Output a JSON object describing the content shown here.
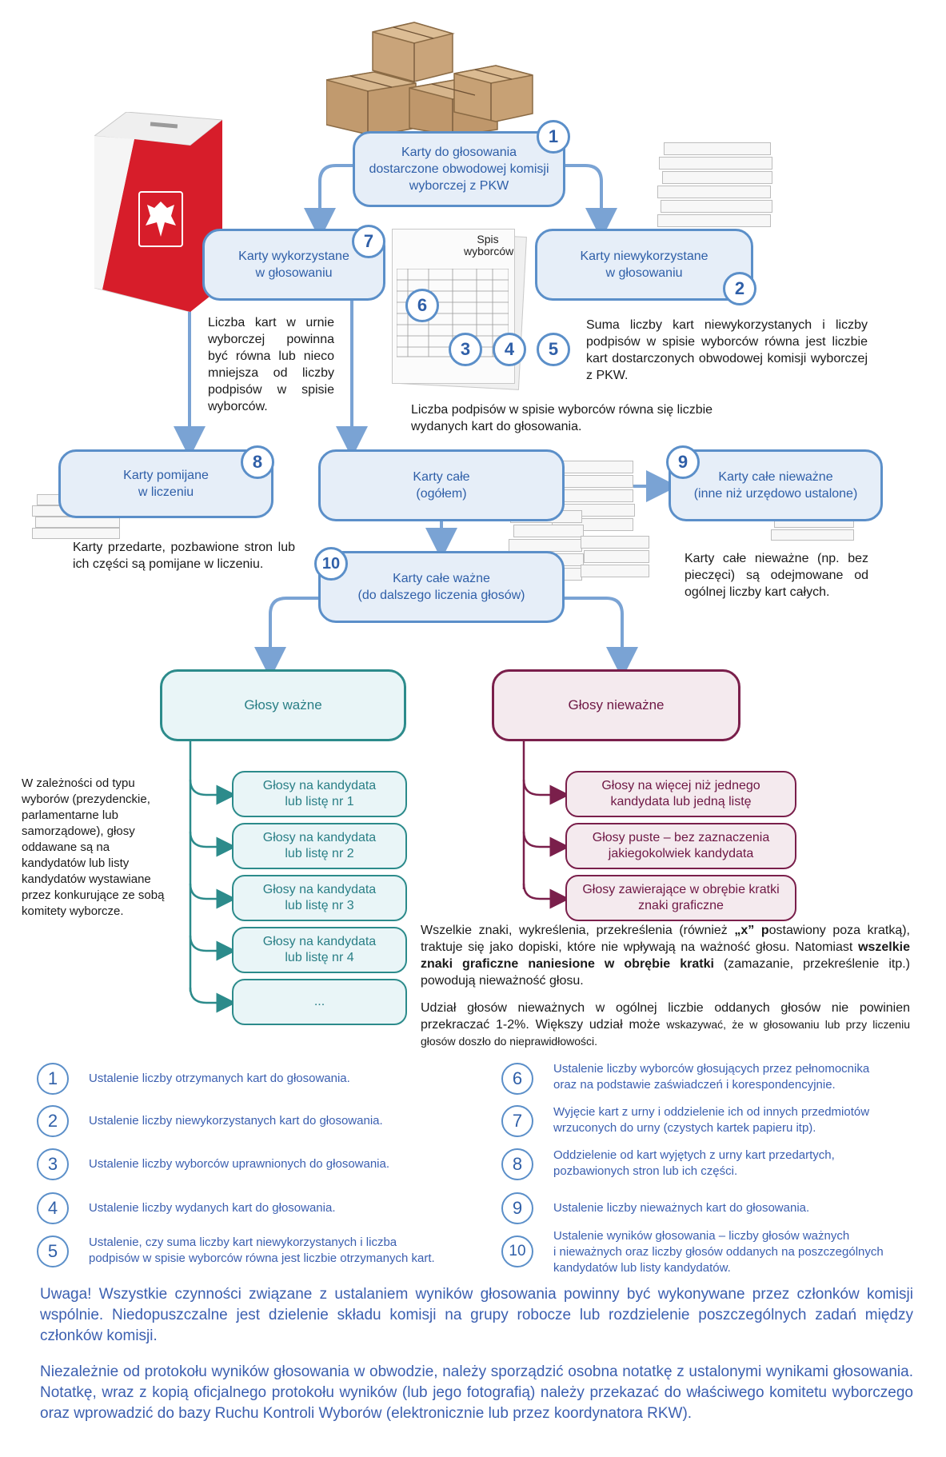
{
  "colors": {
    "accent_blue": "#5b8fc9",
    "box_fill": "#e6eef8",
    "text_blue": "#2f5fa8",
    "teal": "#2c8b8b",
    "maroon": "#7a1f4b",
    "legend_text": "#3b5fb0"
  },
  "flow": {
    "box1": {
      "num": "1",
      "line1": "Karty do głosowania",
      "line2": "dostarczone obwodowej komisji",
      "line3": "wyborczej z PKW"
    },
    "box7": {
      "num": "7",
      "line1": "Karty wykorzystane",
      "line2": "w głosowaniu"
    },
    "box2": {
      "num": "2",
      "line1": "Karty niewykorzystane",
      "line2": "w głosowaniu"
    },
    "box8": {
      "num": "8",
      "line1": "Karty pomijane",
      "line2": "w liczeniu"
    },
    "boxCale": {
      "line1": "Karty całe",
      "line2": "(ogółem)"
    },
    "box9": {
      "num": "9",
      "line1": "Karty całe nieważne",
      "line2": "(inne niż urzędowo ustalone)"
    },
    "box10": {
      "num": "10",
      "line1": "Karty całe ważne",
      "line2": "(do dalszego liczenia głosów)"
    },
    "spis": {
      "title_line1": "Spis",
      "title_line2": "wyborców",
      "nums": [
        "6",
        "3",
        "4",
        "5"
      ]
    }
  },
  "texts": {
    "urn_note": "Liczba kart w urnie wyborczej powinna być równa lub nieco mniejsza od liczby podpisów w spisie wyborców.",
    "unused_note": "Suma liczby kart niewykorzystanych i liczby podpisów w spisie wyborców równa jest liczbie kart dostarczonych obwodowej komisji wyborczej z PKW.",
    "signatures_note": "Liczba podpisów w spisie wyborców równa się liczbie wydanych kart do głosowania.",
    "skipped_note": "Karty przedarte, pozbawione stron lub ich części są pomijane w liczeniu.",
    "invalid_cards_note": "Karty całe nieważne (np. bez pieczęci) są odejmowane od ogólnej liczby kart całych.",
    "valid_side_note": "W zależności od typu wyborów (prezydenckie, parlamentarne lub samorządowe), głosy oddawane są na kandydatów lub listy kandydatów wystawiane przez konkurujące ze sobą komitety wyborcze.",
    "marks_note_1": "Wszelkie znaki, wykreślenia, przekreślenia (również ",
    "marks_note_x": "„x” p",
    "marks_note_2": "ostawiony poza kratką), traktuje się jako dopiski, które nie wpływają na ważność głosu. Natomiast ",
    "marks_note_bold": "wszelkie znaki graficzne naniesione w obrębie kratki",
    "marks_note_3": " (zamazanie, przekreślenie itp.) powodują nieważność głosu.",
    "share_note_1": "Udział głosów nieważnych w ogólnej liczbie oddanych głosów nie powinien przekraczać 1-2%. Większy udział może ",
    "share_note_2": "wskazywać, że w głosowaniu lub przy liczeniu głosów doszło do nieprawidłowości."
  },
  "valid": {
    "header": "Głosy ważne",
    "items": [
      {
        "line1": "Głosy na kandydata",
        "line2": "lub listę nr 1"
      },
      {
        "line1": "Głosy na kandydata",
        "line2": "lub listę nr 2"
      },
      {
        "line1": "Głosy na kandydata",
        "line2": "lub listę nr 3"
      },
      {
        "line1": "Głosy na kandydata",
        "line2": "lub listę nr 4"
      },
      {
        "line1": "...",
        "line2": ""
      }
    ]
  },
  "invalid": {
    "header": "Głosy nieważne",
    "items": [
      {
        "line1": "Głosy na więcej niż jednego",
        "line2": "kandydata lub jedną listę"
      },
      {
        "line1": "Głosy puste – bez zaznaczenia",
        "line2": "jakiegokolwiek kandydata"
      },
      {
        "line1": "Głosy zawierające w obrębie kratki",
        "line2": "znaki graficzne"
      }
    ]
  },
  "legend": [
    {
      "num": "1",
      "line1": "Ustalenie liczby otrzymanych kart do głosowania.",
      "line2": ""
    },
    {
      "num": "2",
      "line1": "Ustalenie liczby niewykorzystanych kart do głosowania.",
      "line2": ""
    },
    {
      "num": "3",
      "line1": "Ustalenie liczby wyborców uprawnionych do głosowania.",
      "line2": ""
    },
    {
      "num": "4",
      "line1": "Ustalenie liczby wydanych kart do głosowania.",
      "line2": ""
    },
    {
      "num": "5",
      "line1": "Ustalenie, czy suma liczby kart niewykorzystanych i liczba",
      "line2": "podpisów w spisie wyborców równa jest liczbie otrzymanych kart."
    },
    {
      "num": "6",
      "line1": "Ustalenie liczby wyborców głosujących przez pełnomocnika",
      "line2": "oraz na podstawie zaświadczeń i korespondencyjnie."
    },
    {
      "num": "7",
      "line1": "Wyjęcie kart z urny i oddzielenie ich od innych przedmiotów",
      "line2": "wrzuconych do urny (czystych kartek papieru itp)."
    },
    {
      "num": "8",
      "line1": "Oddzielenie od kart wyjętych z urny kart przedartych,",
      "line2": "pozbawionych stron lub ich części."
    },
    {
      "num": "9",
      "line1": "Ustalenie liczby nieważnych kart do głosowania.",
      "line2": ""
    },
    {
      "num": "10",
      "line1": "Ustalenie wyników głosowania – liczby głosów ważnych",
      "line2": "i nieważnych oraz liczby głosów oddanych na poszczególnych",
      "line3": "kandydatów lub listy kandydatów."
    }
  ],
  "notes": {
    "uwaga": "Uwaga! Wszystkie czynności związane z ustalaniem wyników głosowania powinny być wykonywane przez członków komisji wspólnie. Niedopuszczalne jest dzielenie składu komisji na grupy robocze lub rozdzielenie poszczególnych zadań między członków komisji.",
    "notatka": "Niezależnie od protokołu wyników głosowania w obwodzie, należy sporządzić osobna notatkę z ustalonymi wynikami głosowania. Notatkę, wraz z kopią oficjalnego protokołu wyników (lub jego fotografią) należy przekazać do właściwego komitetu wyborczego oraz wprowadzić do bazy Ruchu Kontroli Wyborów (elektronicznie lub przez koordynatora RKW)."
  },
  "icons": [
    "parcels-icon",
    "ballot-box-icon",
    "eagle-emblem-icon",
    "paper-stack-icon",
    "voter-list-icon",
    "arrow-icon"
  ]
}
